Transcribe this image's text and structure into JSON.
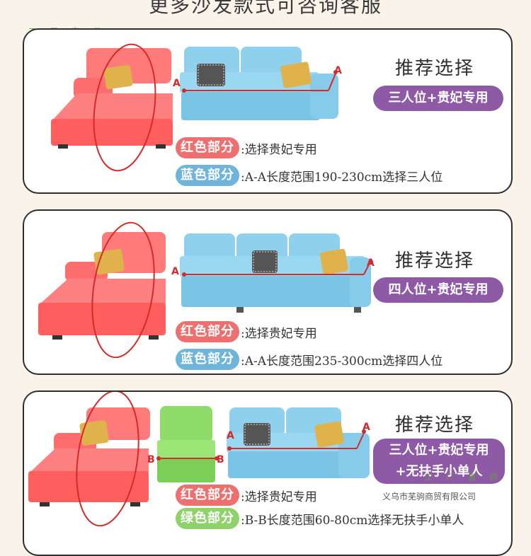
{
  "header": {
    "title": "更多沙发款式可咨询客服"
  },
  "watermark": {
    "line1": "工 厂 直 供",
    "line2": "义乌市芜驹商贸有限公司"
  },
  "cards": [
    {
      "recommend_title": "推荐选择",
      "badge": "三人位+贵妃专用",
      "marks": {
        "a": "A"
      },
      "legend": [
        {
          "tag": "红色部分",
          "text": ":选择贵妃专用",
          "color": "red"
        },
        {
          "tag": "蓝色部分",
          "text": ":A-A长度范围190-230cm选择三人位",
          "color": "blue"
        }
      ]
    },
    {
      "recommend_title": "推荐选择",
      "badge": "四人位+贵妃专用",
      "marks": {
        "a": "A"
      },
      "legend": [
        {
          "tag": "红色部分",
          "text": ":选择贵妃专用",
          "color": "red"
        },
        {
          "tag": "蓝色部分",
          "text": ":A-A长度范围235-300cm选择四人位",
          "color": "blue"
        }
      ]
    },
    {
      "recommend_title": "推荐选择",
      "badge_lines": [
        "三人位+贵妃专用",
        "+无扶手小单人"
      ],
      "marks": {
        "a": "A",
        "b": "B"
      },
      "legend": [
        {
          "tag": "红色部分",
          "text": ":选择贵妃专用",
          "color": "red"
        },
        {
          "tag": "绿色部分",
          "text": ":B-B长度范围60-80cm选择无扶手小单人",
          "color": "green"
        }
      ]
    }
  ],
  "colors": {
    "red_part": "#ff6b6b",
    "blue_part": "#8fd0ec",
    "green_part": "#8fdc6a",
    "badge": "#8e5aa6",
    "marker": "#d42a2a"
  }
}
